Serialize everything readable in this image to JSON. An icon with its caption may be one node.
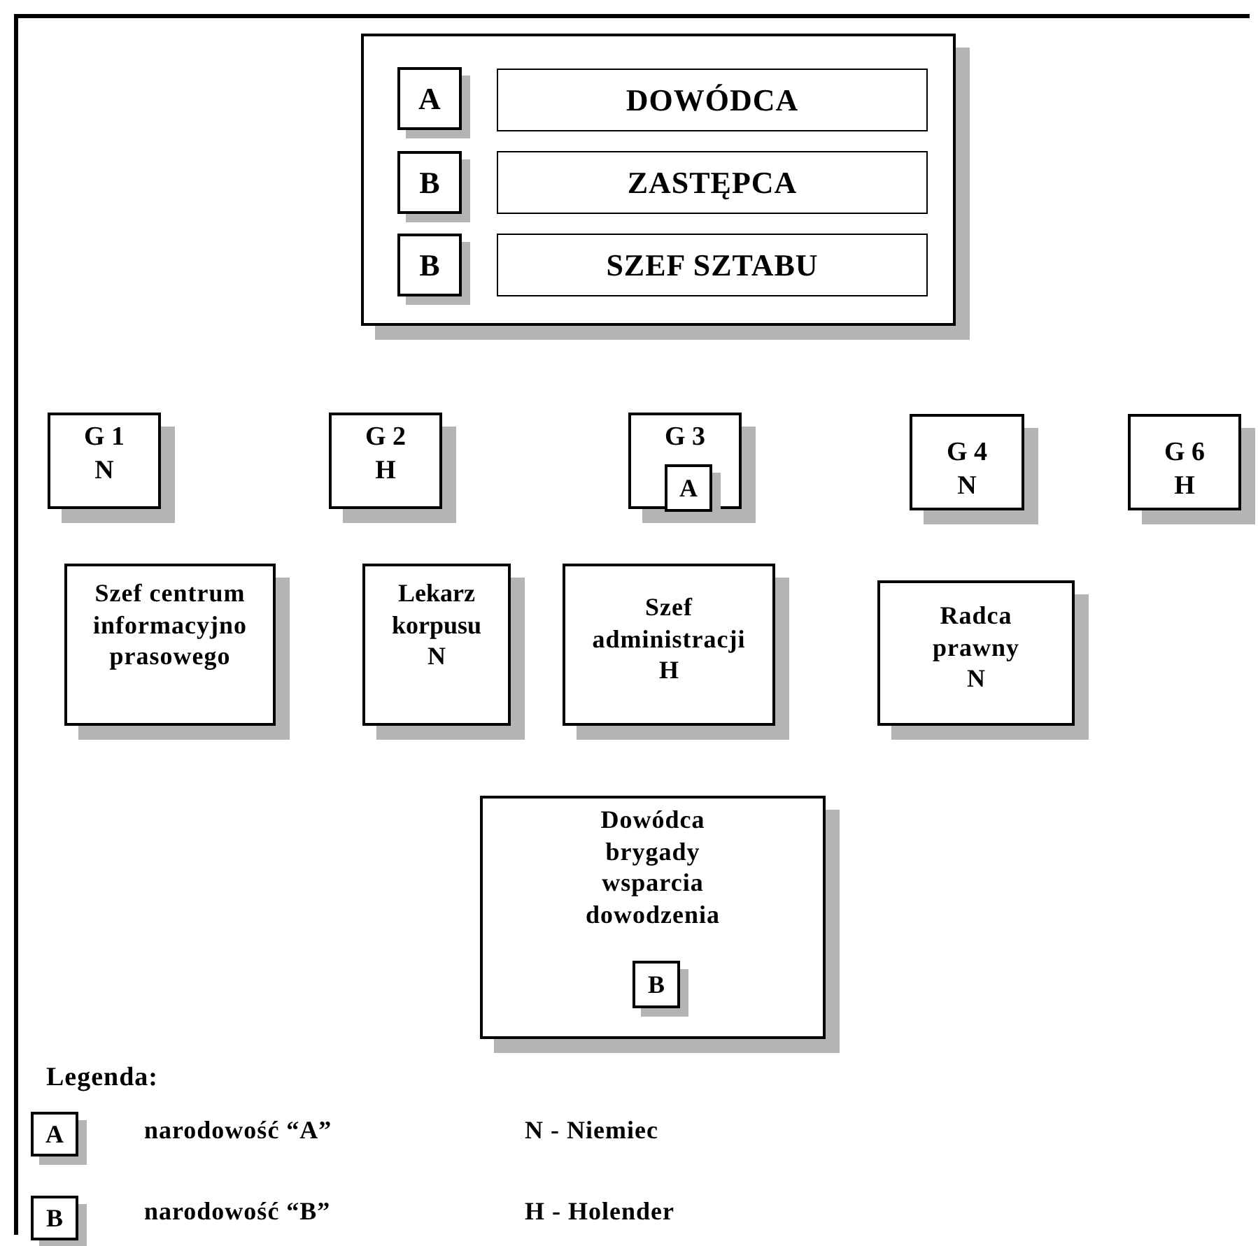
{
  "diagram": {
    "nodes": [
      {
        "text": [],
        "shape": "box"
      },
      {
        "text": [
          "A"
        ],
        "in": 0
      },
      {
        "text": [
          "DOWÓDCA"
        ],
        "in": 0
      },
      {
        "text": [
          "B"
        ],
        "in": 0
      },
      {
        "text": [
          "ZASTĘPCA"
        ],
        "in": 0
      },
      {
        "text": [
          "B"
        ],
        "in": 0
      },
      {
        "text": [
          "SZEF SZTABU"
        ],
        "in": 0
      },
      {
        "text": [
          "G 1",
          "N"
        ]
      },
      {
        "text": [
          "G 2",
          "H"
        ]
      },
      {
        "text": [
          "G 3"
        ]
      },
      {
        "text": [
          "A"
        ],
        "in": 9
      },
      {
        "text": [
          "G 4",
          "N"
        ]
      },
      {
        "text": [
          "G 6",
          "H"
        ]
      },
      {
        "text": [
          "Szef centrum informacyjno prasowego"
        ]
      },
      {
        "text": [
          "Lekarz korpusu",
          "N"
        ]
      },
      {
        "text": [
          "Szef administracji",
          "H"
        ]
      },
      {
        "text": [
          "Radca prawny",
          "N"
        ]
      },
      {
        "text": [
          "Dowódca brygady wsparcia dowodzenia"
        ]
      },
      {
        "text": [
          "B"
        ],
        "in": 17
      },
      {
        "text": [
          "A"
        ]
      },
      {
        "text": [
          "B"
        ]
      }
    ],
    "edges": [],
    "labels": [
      "Legenda:",
      "narodowość “A”",
      "N - Niemiec",
      "narodowość “B”",
      "H - Holender"
    ]
  }
}
